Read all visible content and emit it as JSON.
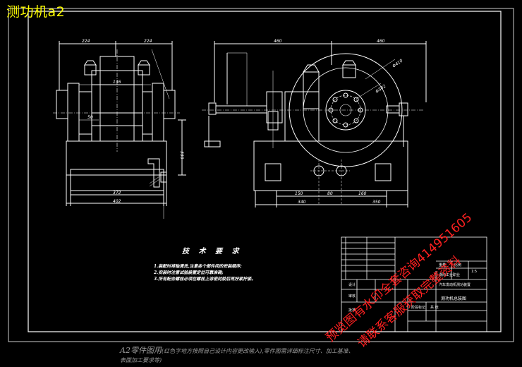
{
  "drawing": {
    "title": "测功机a2",
    "dimensions": {
      "side_top_left": "224",
      "side_top_right": "224",
      "side_inner": "136",
      "side_small": "50",
      "side_height": "338",
      "side_bottom_inner": "372",
      "side_bottom_outer": "402",
      "front_top_left": "460",
      "front_top_right": "460",
      "dia_large": "Φ410",
      "dia_mid": "Φ302",
      "front_left": "150",
      "front_mid1": "80",
      "front_mid2": "160",
      "front_right": "340",
      "front_left2": "350"
    }
  },
  "technical_requirements": {
    "heading": "技 术 要 求",
    "notes": [
      "1.装配时将轴清洗,注意各个部件间的安装顺序;",
      "2.安装时注意试验装置定位可靠准确;",
      "3.所有配合螺栓必须在螺栓上涂密封胶后再拧紧拧紧。"
    ]
  },
  "title_block": {
    "school": "湖南工业职业",
    "subtitle": "汽车发动机测功装置",
    "drawing_name": "测功机总装图",
    "weight_label": "重量",
    "scale_label": "比例",
    "scale_value": "1:5",
    "sheet_label": "共 张",
    "design_label": "设计",
    "check_label": "审核",
    "approve_label": "批准",
    "stage_label": "阶段标记"
  },
  "footer": {
    "line1_main": "A2零件图用",
    "line1_sub": "(红色字地方按照自己设计内容更改输入),零件图需详细标注尺寸、加工基准、",
    "line2": "表面加工要求等)"
  },
  "watermark": {
    "line1": "预览图有水印全套咨询414951605",
    "line2": "请联系客服获取完整资料"
  },
  "colors": {
    "background": "#000000",
    "line": "#ffffff",
    "title": "#ffff00",
    "watermark": "#ff2020",
    "footer": "#9a9a9a"
  }
}
